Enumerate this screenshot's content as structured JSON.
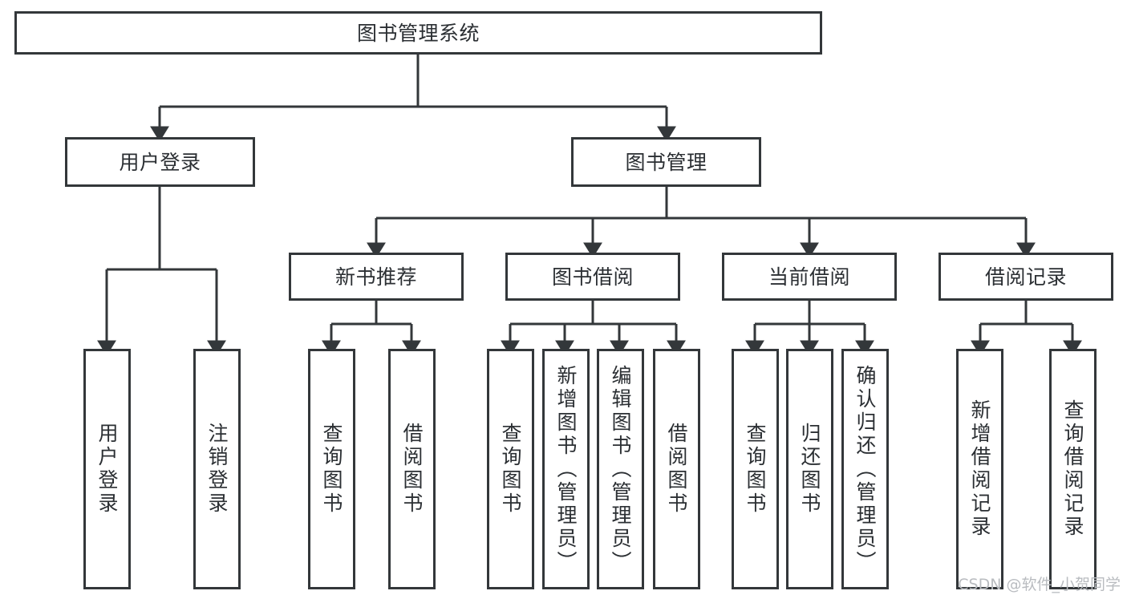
{
  "diagram": {
    "type": "tree-hierarchy",
    "title": "图书管理系统",
    "orientation": "top-down",
    "colors": {
      "border": "#33373a",
      "background": "#ffffff",
      "text": "#2b2f33",
      "watermark": "#b9bcc0"
    },
    "levels": {
      "root": {
        "label": "图书管理系统"
      },
      "level2": [
        {
          "label": "用户登录"
        },
        {
          "label": "图书管理"
        }
      ],
      "level3": [
        {
          "label": "新书推荐"
        },
        {
          "label": "图书借阅"
        },
        {
          "label": "当前借阅"
        },
        {
          "label": "借阅记录"
        }
      ],
      "leaves": [
        {
          "label": "用户登录",
          "parent": "用户登录"
        },
        {
          "label": "注销登录",
          "parent": "用户登录"
        },
        {
          "label": "查询图书",
          "parent": "新书推荐"
        },
        {
          "label": "借阅图书",
          "parent": "新书推荐"
        },
        {
          "label": "查询图书",
          "parent": "图书借阅"
        },
        {
          "label": "新增图书（管理员）",
          "parent": "图书借阅"
        },
        {
          "label": "编辑图书（管理员）",
          "parent": "图书借阅"
        },
        {
          "label": "借阅图书",
          "parent": "图书借阅"
        },
        {
          "label": "查询图书",
          "parent": "当前借阅"
        },
        {
          "label": "归还图书",
          "parent": "当前借阅"
        },
        {
          "label": "确认归还（管理员）",
          "parent": "当前借阅"
        },
        {
          "label": "新增借阅记录",
          "parent": "借阅记录"
        },
        {
          "label": "查询借阅记录",
          "parent": "借阅记录"
        }
      ]
    }
  },
  "watermark": {
    "text": "CSDN @软件_小贺同学"
  }
}
